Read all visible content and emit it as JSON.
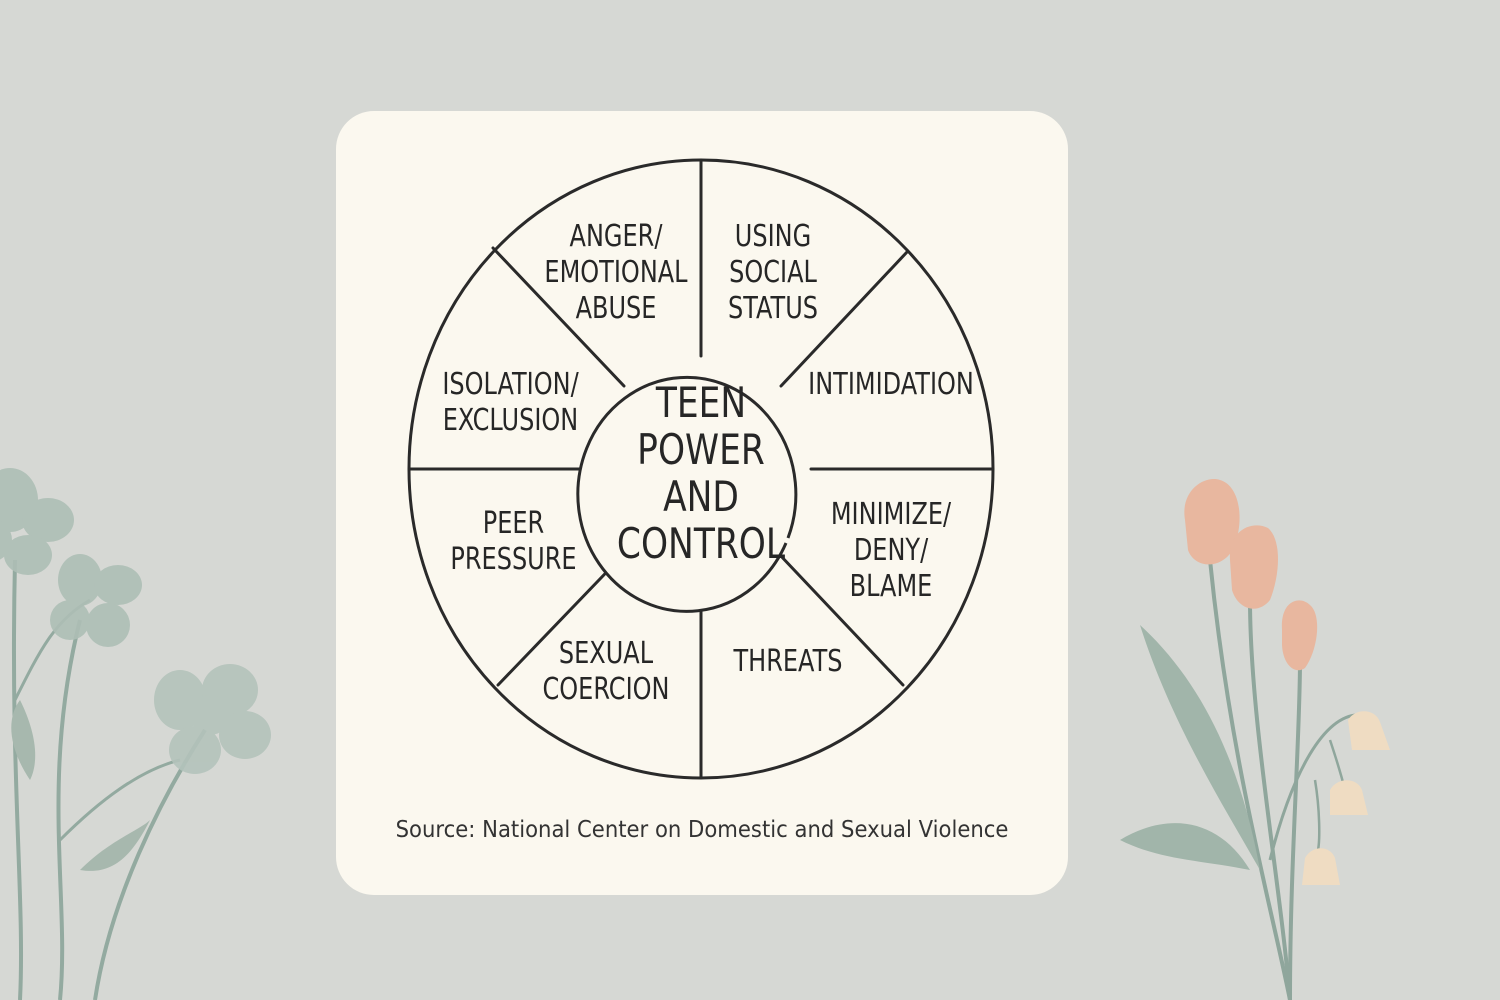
{
  "diagram": {
    "center": "TEEN\nPOWER\nAND\nCONTROL",
    "segments": [
      "ANGER/\nEMOTIONAL\nABUSE",
      "USING\nSOCIAL\nSTATUS",
      "INTIMIDATION",
      "MINIMIZE/\nDENY/\nBLAME",
      "THREATS",
      "SEXUAL\nCOERCION",
      "PEER\nPRESSURE",
      "ISOLATION/\nEXCLUSION"
    ],
    "source": "Source: National Center on Domestic and Sexual Violence"
  },
  "colors": {
    "background": "#d6d8d4",
    "card": "#fbf8ef",
    "line": "#2a2a2a",
    "leaf_green": "#a9bab2",
    "stem_green": "#8fa69c",
    "tulip_pink": "#e9b9a2",
    "bell_cream": "#efdcc2"
  }
}
